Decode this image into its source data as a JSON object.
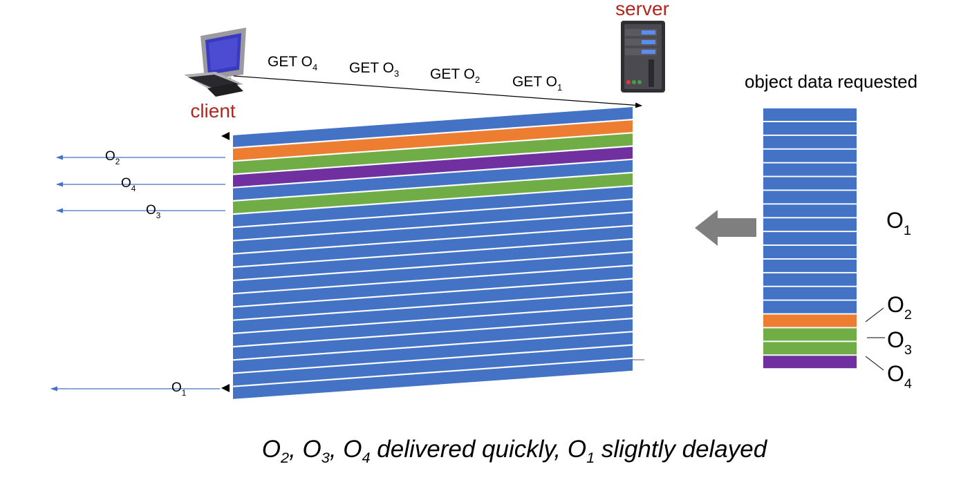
{
  "labels": {
    "server": "server",
    "client": "client",
    "object_column_title": "object data requested"
  },
  "requests": [
    {
      "text": "GET O",
      "sub": "4"
    },
    {
      "text": "GET O",
      "sub": "3"
    },
    {
      "text": "GET O",
      "sub": "2"
    },
    {
      "text": "GET O",
      "sub": "1"
    }
  ],
  "arrivals": [
    {
      "text": "O",
      "sub": "2"
    },
    {
      "text": "O",
      "sub": "4"
    },
    {
      "text": "O",
      "sub": "3"
    },
    {
      "text": "O",
      "sub": "1"
    }
  ],
  "object_labels": [
    {
      "text": "O",
      "sub": "1"
    },
    {
      "text": "O",
      "sub": "2"
    },
    {
      "text": "O",
      "sub": "3"
    },
    {
      "text": "O",
      "sub": "4"
    }
  ],
  "caption": [
    {
      "text": "O",
      "sub": "2"
    },
    {
      "text": ", O",
      "sub": "3"
    },
    {
      "text": ", O",
      "sub": "4"
    },
    {
      "text": " delivered quickly, O",
      "sub": "1"
    },
    {
      "text": " slightly delayed",
      "sub": ""
    }
  ],
  "colors": {
    "O1": "#4472c4",
    "O2": "#ed7d31",
    "O3": "#70ad47",
    "O4": "#7030a0",
    "role_label": "#b3261e",
    "arrow_gray": "#7f7f7f",
    "arrival_line": "#4472c4"
  },
  "stripe_sequence": [
    "O1",
    "O2",
    "O3",
    "O4",
    "O1",
    "O3",
    "O1",
    "O1",
    "O1",
    "O1",
    "O1",
    "O1",
    "O1",
    "O1",
    "O1",
    "O1",
    "O1",
    "O1",
    "O1",
    "O1"
  ],
  "object_stack": [
    "O1",
    "O1",
    "O1",
    "O1",
    "O1",
    "O1",
    "O1",
    "O1",
    "O1",
    "O1",
    "O1",
    "O1",
    "O1",
    "O1",
    "O1",
    "O2",
    "O3",
    "O3",
    "O4"
  ]
}
